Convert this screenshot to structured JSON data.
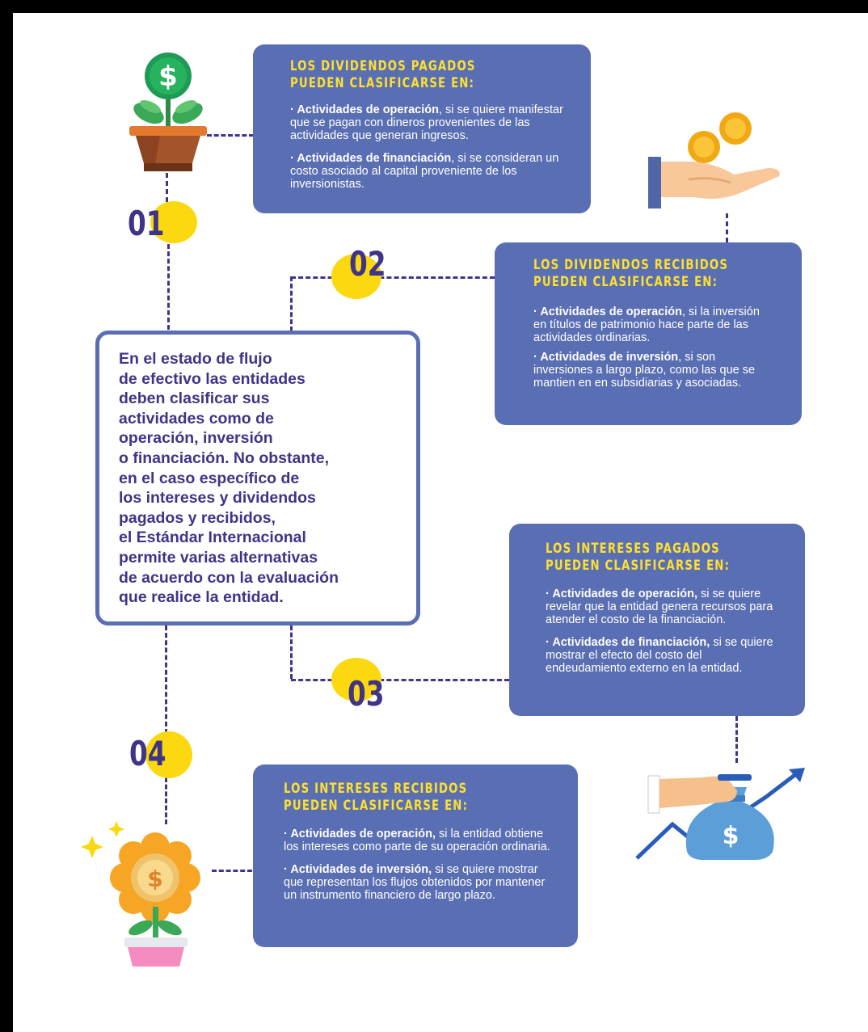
{
  "center_text": "En el estado de flujo\nde efectivo las entidades\ndeben clasificar sus\nactividades como de\noperación, inversión\no financiación. No obstante,\nen el caso específico de\nlos intereses y dividendos\npagados y recibidos,\nel Estándar Internacional\npermite varias alternativas\nde acuerdo con la evaluación\nque realice la entidad.",
  "steps": {
    "s01": {
      "number": "01",
      "title_line1": "LOS DIVIDENDOS PAGADOS",
      "title_line2": "PUEDEN CLASIFICARSE EN:",
      "items": [
        {
          "lead": "· Actividades de operación",
          "rest": ", si se quiere manifestar que se pagan con dineros provenientes de las actividades que generan ingresos."
        },
        {
          "lead": "· Actividades de financiación",
          "rest": ", si se consideran un costo asociado al capital proveniente de los inversionistas."
        }
      ]
    },
    "s02": {
      "number": "02",
      "title_line1": "LOS DIVIDENDOS RECIBIDOS",
      "title_line2": "PUEDEN CLASIFICARSE EN:",
      "items": [
        {
          "lead": "· Actividades de operación",
          "rest": ", si la inversión en títulos de patrimonio hace parte de las actividades ordinarias."
        },
        {
          "lead": "· Actividades de inversión",
          "rest": ", si son inversiones a largo plazo, como las que se mantien en en subsidiarias y asociadas."
        }
      ]
    },
    "s03": {
      "number": "03",
      "title_line1": "LOS INTERESES PAGADOS",
      "title_line2": "PUEDEN CLASIFICARSE EN:",
      "items": [
        {
          "lead": "· Actividades de operación,",
          "rest": " si se quiere revelar que la entidad genera recursos para atender el costo de la financiación."
        },
        {
          "lead": "· Actividades de financiación,",
          "rest": " si se quiere mostrar el efecto del costo del endeudamiento externo en la entidad."
        }
      ]
    },
    "s04": {
      "number": "04",
      "title_line1": "LOS INTERESES RECIBIDOS",
      "title_line2": "PUEDEN CLASIFICARSE EN:",
      "items": [
        {
          "lead": "· Actividades de operación,",
          "rest": " si la entidad obtiene los intereses como parte de su operación ordinaria."
        },
        {
          "lead": "· Actividades de inversión,",
          "rest": " si se quiere mostrar que representan los flujos obtenidos por mantener un instrumento financiero de largo plazo."
        }
      ]
    }
  },
  "icons": {
    "plant": "money-plant-icon",
    "hand_coins": "hand-coins-icon",
    "money_bag": "money-bag-growth-icon",
    "flower": "money-flower-icon",
    "currency_symbol": "$"
  },
  "colors": {
    "card": "#5a6fb3",
    "title": "#fde030",
    "accent_circle": "#fbd80f",
    "number": "#3f3488",
    "connector": "#3f3488",
    "frame": "#000000"
  }
}
